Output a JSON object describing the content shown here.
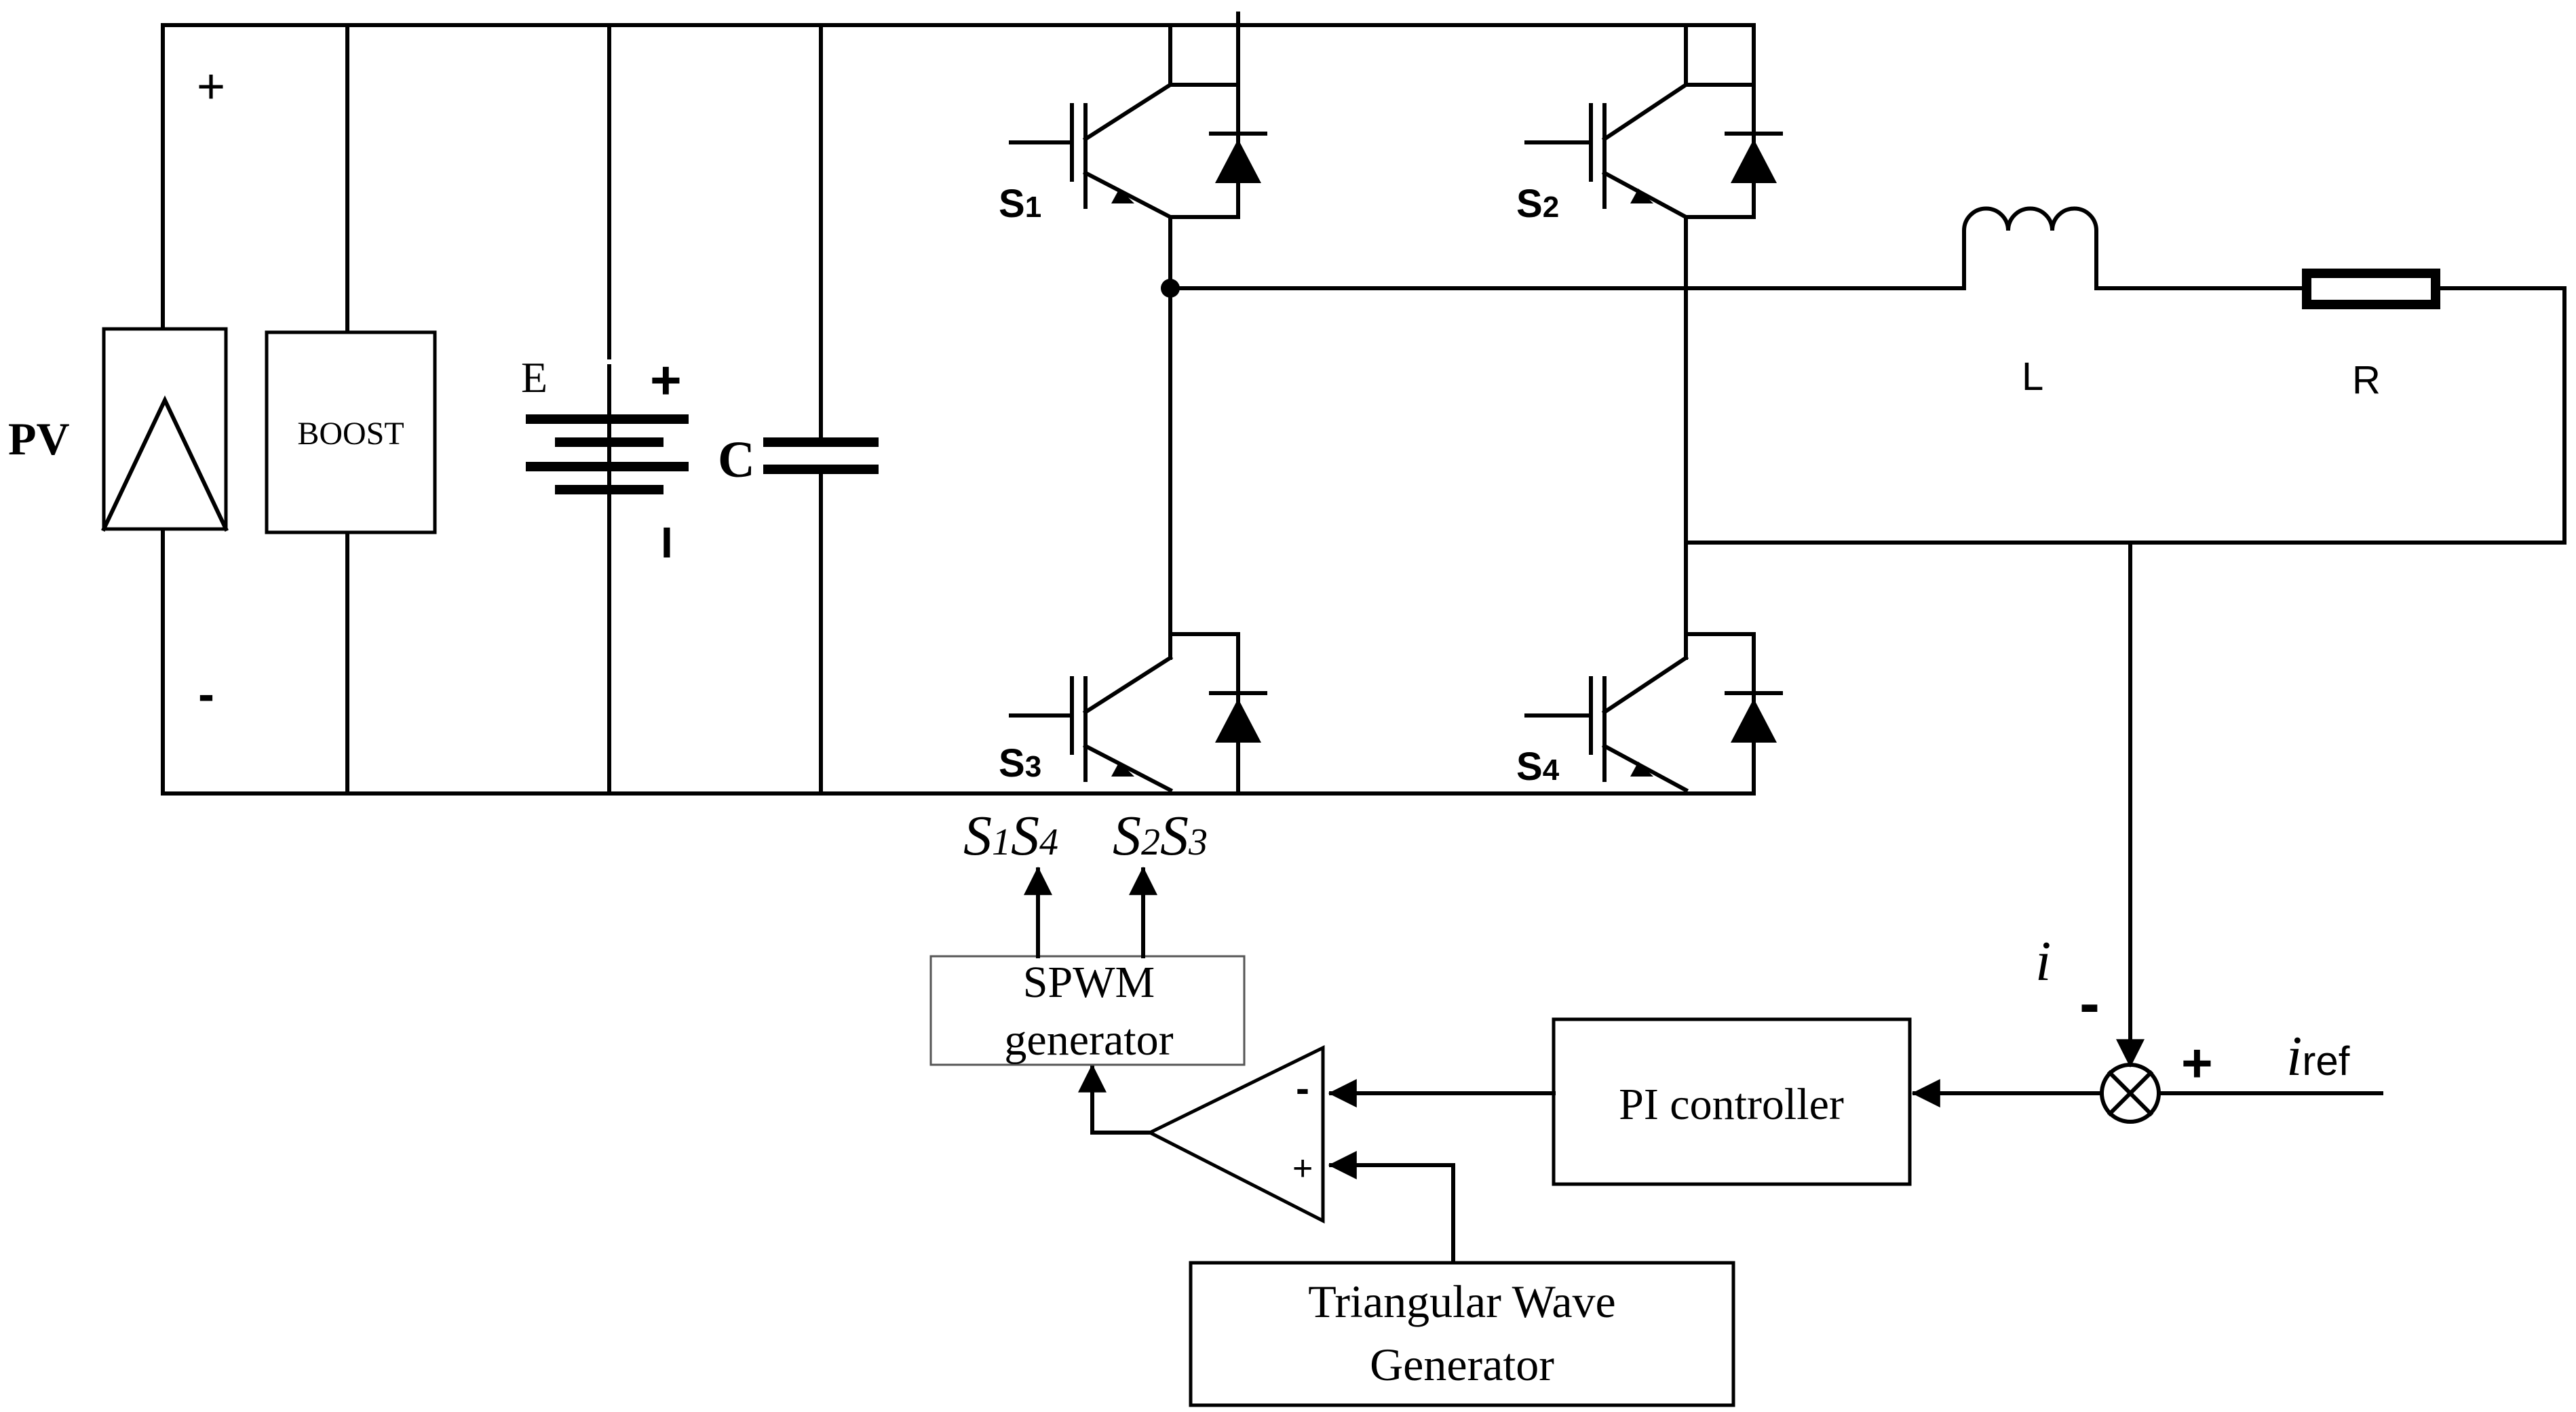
{
  "labels": {
    "pv": "PV",
    "pv_plus": "+",
    "pv_minus": "-",
    "boost": "BOOST",
    "battery": "E",
    "battery_plus": "+",
    "battery_minus": "I",
    "capacitor": "C",
    "switches": [
      "S",
      "S",
      "S",
      "S"
    ],
    "switch_subscripts": [
      "1",
      "2",
      "3",
      "4"
    ],
    "inductor": "L",
    "resistor": "R",
    "pair_a_main": "S",
    "pair_a_sub": "1",
    "pair_a_main2": "S",
    "pair_a_sub2": "4",
    "pair_b_main": "S",
    "pair_b_sub": "2",
    "pair_b_main2": "S",
    "pair_b_sub2": "3",
    "spwm_line1": "SPWM",
    "spwm_line2": "generator",
    "comparator_minus": "-",
    "comparator_plus": "+",
    "pi_controller": "PI controller",
    "triangular_line1": "Triangular Wave",
    "triangular_line2": "Generator",
    "feedback_i": "i",
    "sum_minus": "-",
    "sum_plus": "+",
    "iref_main": "i",
    "iref_sub": "ref"
  }
}
